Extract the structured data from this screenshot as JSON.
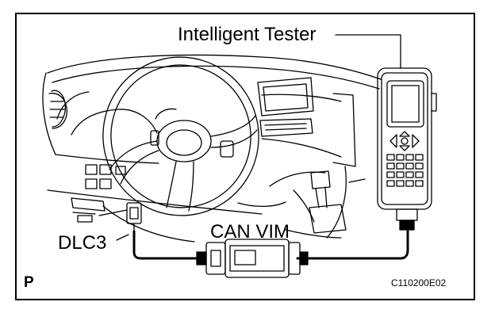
{
  "labels": {
    "tester": "Intelligent Tester",
    "vim": "CAN VIM",
    "dlc": "DLC3"
  },
  "panel_letter": "P",
  "figure_code": "C110200E02"
}
